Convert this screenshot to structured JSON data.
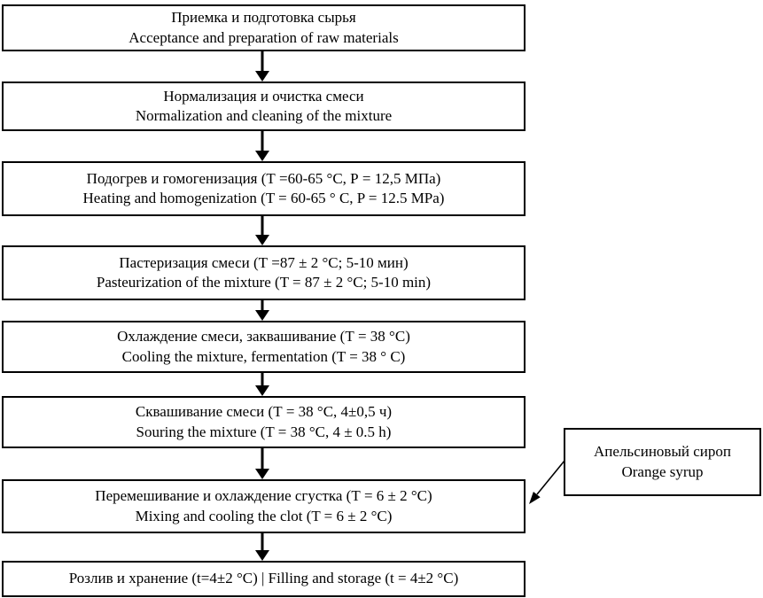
{
  "diagram": {
    "type": "flowchart",
    "orientation": "vertical",
    "colors": {
      "border": "#000000",
      "background": "#ffffff",
      "text": "#000000",
      "arrow": "#000000"
    }
  },
  "steps": [
    {
      "lines": [
        "Приемка и подготовка сырья",
        "Acceptance and preparation of raw materials"
      ]
    },
    {
      "lines": [
        "Нормализация и очистка смеси",
        "Normalization and cleaning of the mixture"
      ]
    },
    {
      "lines": [
        "Подогрев и гомогенизация (Т =60-65 °С, Р = 12,5 МПа)",
        "Heating and homogenization (T = 60-65 ° C, P = 12.5 MPa)"
      ]
    },
    {
      "lines": [
        "Пастеризация смеси (Т =87 ± 2 °С; 5-10 мин)",
        "Pasteurization of the mixture (T = 87 ± 2 °C; 5-10 min)"
      ]
    },
    {
      "lines": [
        "Охлаждение смеси, заквашивание (Т = 38 °С)",
        "Cooling the mixture, fermentation (T = 38 ° C)"
      ]
    },
    {
      "lines": [
        "Сквашивание смеси (Т = 38 °С, 4±0,5 ч)",
        "Souring the mixture (T = 38 °C, 4 ± 0.5 h)"
      ]
    },
    {
      "lines": [
        "Перемешивание и охлаждение сгустка (Т = 6 ± 2 °С)",
        "Mixing and cooling the clot (T = 6 ± 2 °C)"
      ]
    },
    {
      "lines": [
        "Розлив и хранение (t=4±2 °С) | Filling and storage (t = 4±2 °C)"
      ]
    }
  ],
  "side_input": {
    "lines": [
      "Апельсиновый сироп",
      "Orange syrup"
    ]
  }
}
